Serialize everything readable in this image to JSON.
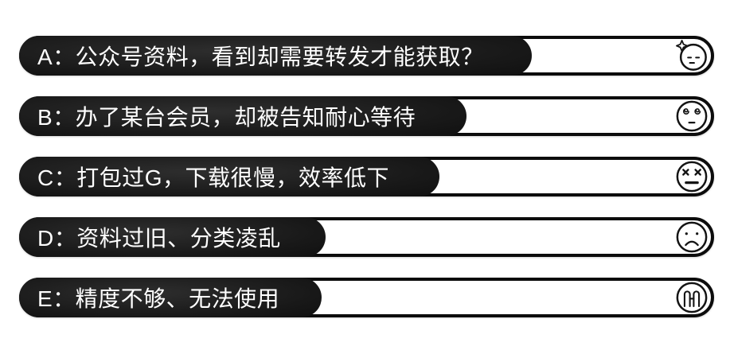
{
  "page": {
    "background": "#ffffff",
    "description_colors": {
      "pill_fill": "#181818",
      "pill_outline": "#0c0c0c",
      "text": "#ffffff"
    }
  },
  "rows": [
    {
      "letter": "A",
      "text": "A：公众号资料，看到却需要转发才能获取？",
      "emoji": "sparkle-annoyed-face"
    },
    {
      "letter": "B",
      "text": "B：办了某台会员，却被告知耐心等待",
      "emoji": "dizzy-spiral-eyes-face"
    },
    {
      "letter": "C",
      "text": "C：打包过G，下载很慢，效率低下",
      "emoji": "knocked-out-x-eyes-face"
    },
    {
      "letter": "D",
      "text": "D：资料过旧、分类凌乱",
      "emoji": "sad-frown-face"
    },
    {
      "letter": "E",
      "text": "E：精度不够、无法使用",
      "emoji": "exhausted-wailing-face"
    }
  ]
}
